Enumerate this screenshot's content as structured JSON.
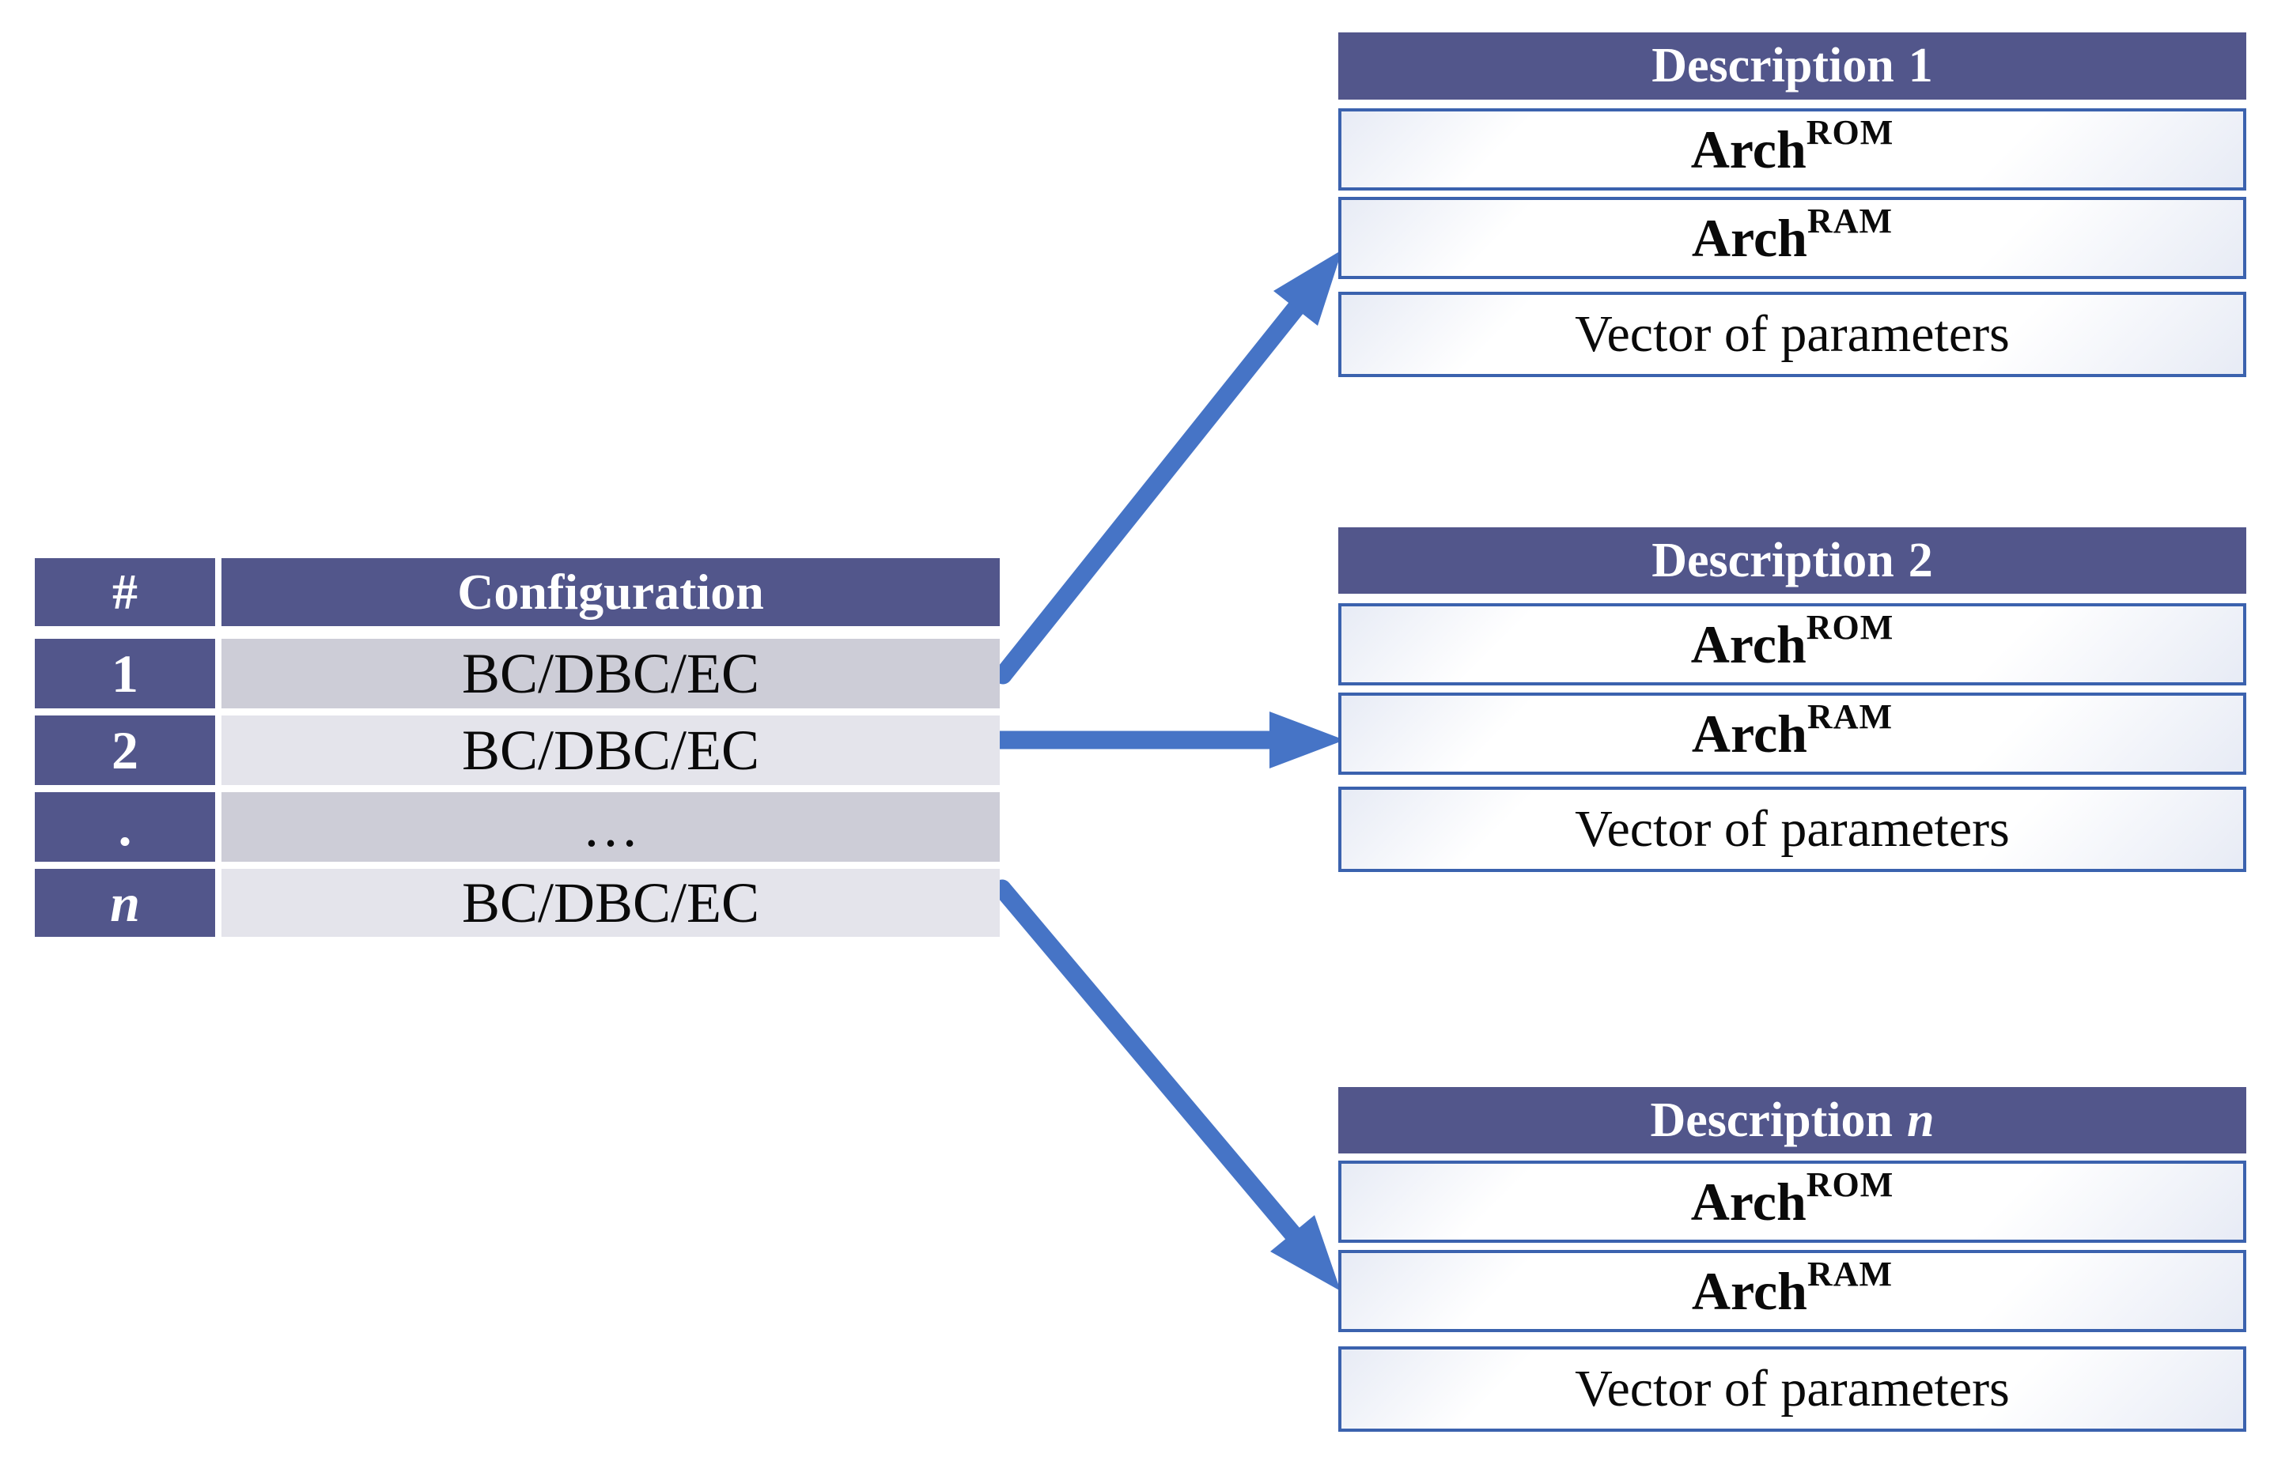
{
  "colors": {
    "header_purple": "#52568B",
    "row_gray_dark": "#CDCDD7",
    "row_gray_light": "#E4E4EB",
    "box_border_blue": "#3B62AE",
    "arrow_blue": "#4674C6",
    "text_dark": "#0a0a0a",
    "text_light": "#ffffff"
  },
  "table": {
    "col_num_header": "#",
    "col_config_header": "Configuration",
    "rows": [
      {
        "num": "1",
        "config": "BC/DBC/EC"
      },
      {
        "num": "2",
        "config": "BC/DBC/EC"
      },
      {
        "num": ".",
        "config": "…"
      },
      {
        "num": "n",
        "config": "BC/DBC/EC"
      }
    ]
  },
  "descriptions": [
    {
      "title_label": "Description",
      "title_num": "1",
      "arch_rom_base": "Arch",
      "arch_rom_sup": "ROM",
      "arch_ram_base": "Arch",
      "arch_ram_sup": "RAM",
      "vector_label": "Vector of parameters"
    },
    {
      "title_label": "Description",
      "title_num": "2",
      "arch_rom_base": "Arch",
      "arch_rom_sup": "ROM",
      "arch_ram_base": "Arch",
      "arch_ram_sup": "RAM",
      "vector_label": "Vector of parameters"
    },
    {
      "title_label": "Description",
      "title_num": "n",
      "arch_rom_base": "Arch",
      "arch_rom_sup": "ROM",
      "arch_ram_base": "Arch",
      "arch_ram_sup": "RAM",
      "vector_label": "Vector of parameters"
    }
  ]
}
